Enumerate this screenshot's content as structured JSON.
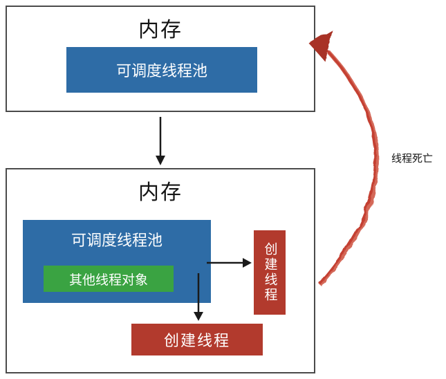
{
  "top_section": {
    "title": "内存",
    "pool": "可调度线程池"
  },
  "bottom_section": {
    "title": "内存",
    "pool": "可调度线程池",
    "other": "其他线程对象",
    "create_vertical": "创建线程",
    "create_horizontal": "创建线程"
  },
  "labels": {
    "thread_death": "线程死亡"
  },
  "colors": {
    "pool_blue": "#2e6ca6",
    "other_green": "#3aa342",
    "create_red": "#b23a2d",
    "death_curve_red": "#c9473a",
    "box_border": "#4a4a4a",
    "arrow_black": "#1a1a1a"
  }
}
